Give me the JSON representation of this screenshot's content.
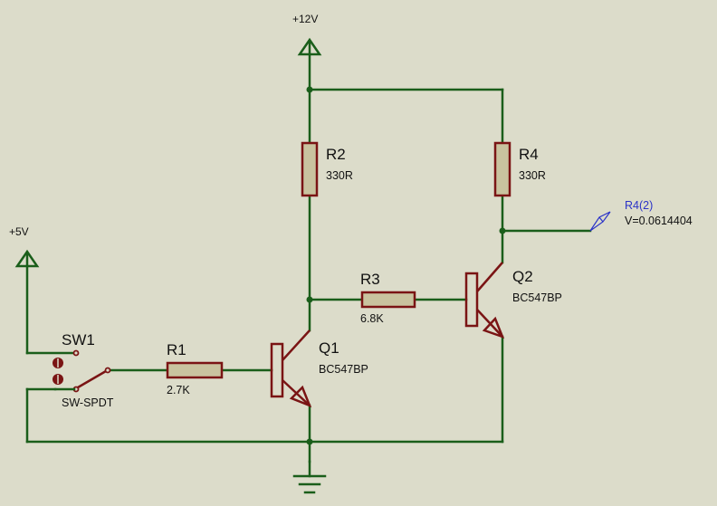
{
  "power": {
    "vcc12_label": "+12V",
    "vcc5_label": "+5V"
  },
  "components": {
    "r1": {
      "ref": "R1",
      "value": "2.7K"
    },
    "r2": {
      "ref": "R2",
      "value": "330R"
    },
    "r3": {
      "ref": "R3",
      "value": "6.8K"
    },
    "r4": {
      "ref": "R4",
      "value": "330R"
    },
    "q1": {
      "ref": "Q1",
      "value": "BC547BP"
    },
    "q2": {
      "ref": "Q2",
      "value": "BC547BP"
    },
    "sw1": {
      "ref": "SW1",
      "value": "SW-SPDT"
    }
  },
  "probe": {
    "name": "R4(2)",
    "reading": "V=0.0614404"
  },
  "colors": {
    "background": "#DCDCCA",
    "wire": "#1A5E1A",
    "component": "#7A1414",
    "resistor_fill": "#C9C39F",
    "probe": "#2B33C8"
  }
}
